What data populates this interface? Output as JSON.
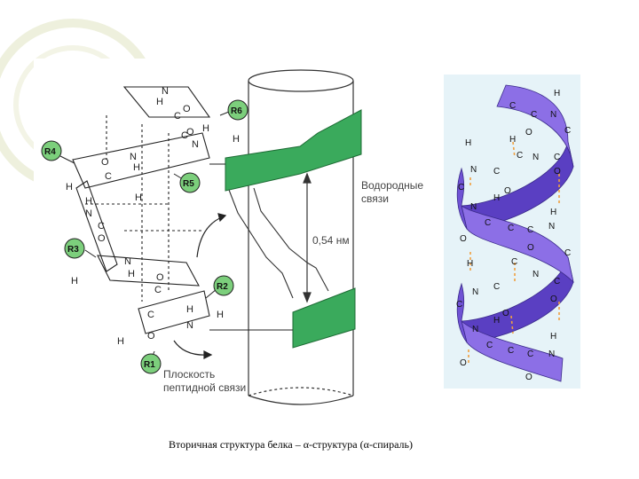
{
  "diagram": {
    "labels": {
      "hydrogen_bonds": [
        "Водородные",
        "связи"
      ],
      "pitch": "0,54 нм",
      "peptide_plane": [
        "Плоскость",
        "пептидной связи"
      ]
    },
    "residues": [
      "R1",
      "R2",
      "R3",
      "R4",
      "R5",
      "R6"
    ],
    "colors": {
      "residue_circle": "#7ccf7c",
      "peptide_plane": "#3aaa5c",
      "helix_ribbon": "#7a5be0",
      "hbond": "#f0a040",
      "panel_bg": "#e6f3f8",
      "slide_accent": "#e9eccf"
    }
  },
  "caption": "Вторичная структура белка – α-структура (α-спираль)"
}
